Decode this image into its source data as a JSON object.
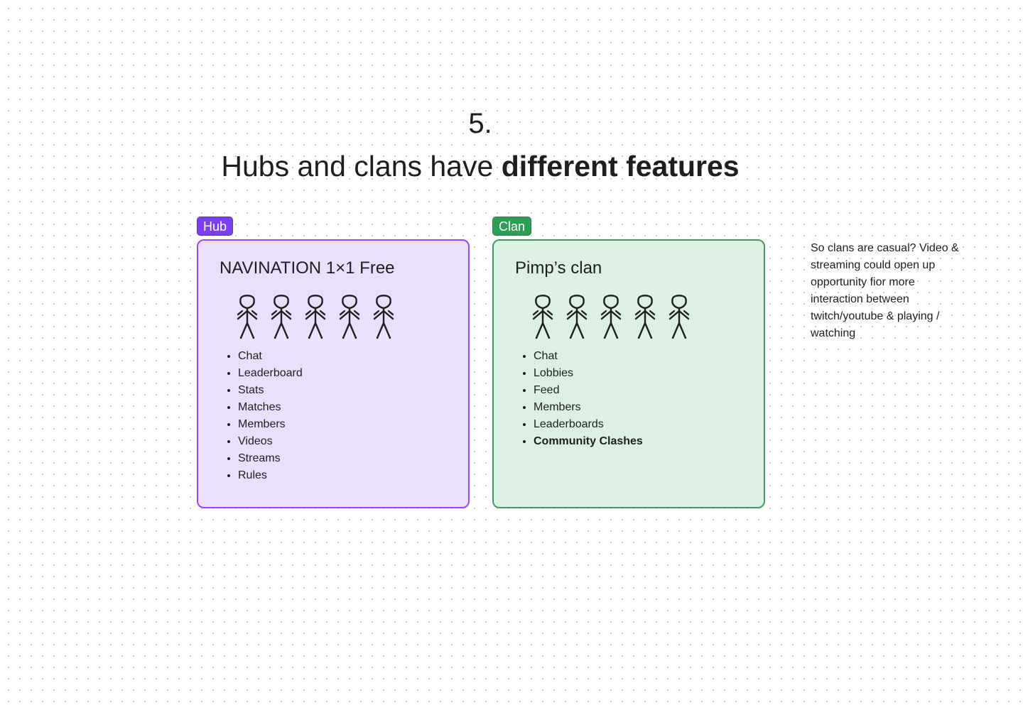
{
  "header": {
    "step_number": "5.",
    "headline_regular": "Hubs and clans have ",
    "headline_bold": "different features"
  },
  "hub": {
    "tag": "Hub",
    "title": "NAVINATION 1×1 Free",
    "members_icon": "stick-figure-icon",
    "features": [
      "Chat",
      "Leaderboard",
      "Stats",
      "Matches",
      "Members",
      "Videos",
      "Streams",
      "Rules"
    ],
    "accent_color": "#7b3ff2",
    "background_color": "#ebdffe"
  },
  "clan": {
    "tag": "Clan",
    "title": "Pimp’s clan",
    "members_icon": "stick-figure-icon",
    "features": [
      "Chat",
      "Lobbies",
      "Feed",
      "Members",
      "Leaderboards",
      "Community Clashes"
    ],
    "accent_color": "#2f9e55",
    "background_color": "#dcf1e3"
  },
  "note": {
    "text": "So clans are casual? Video & streaming could open up opportunity fior more interaction between twitch/youtube & playing / watching"
  }
}
